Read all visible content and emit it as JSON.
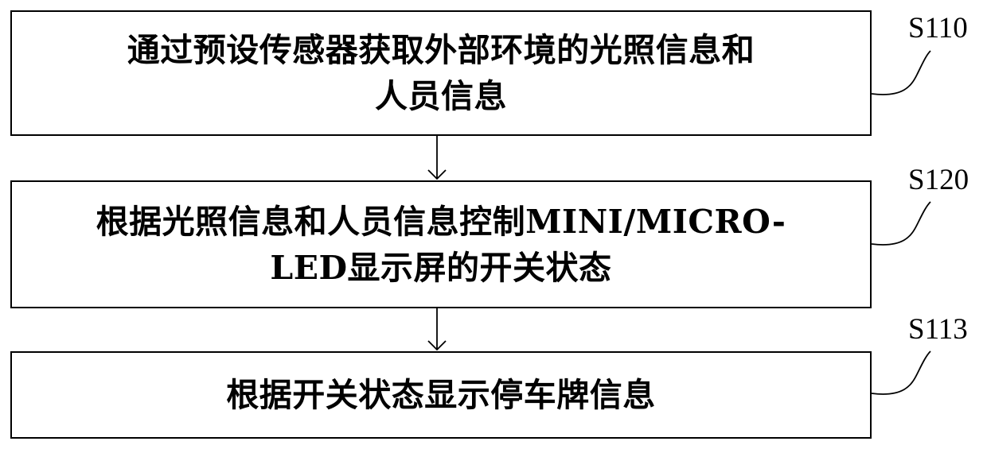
{
  "steps": [
    {
      "id": "S110",
      "text_lines": [
        "通过预设传感器获取外部环境的光照信息和",
        "人员信息"
      ]
    },
    {
      "id": "S120",
      "text_lines": [
        "根据光照信息和人员信息控制MINI/MICRO-",
        "LED显示屏的开关状态"
      ]
    },
    {
      "id": "S113",
      "text_lines": [
        "根据开关状态显示停车牌信息"
      ]
    }
  ]
}
